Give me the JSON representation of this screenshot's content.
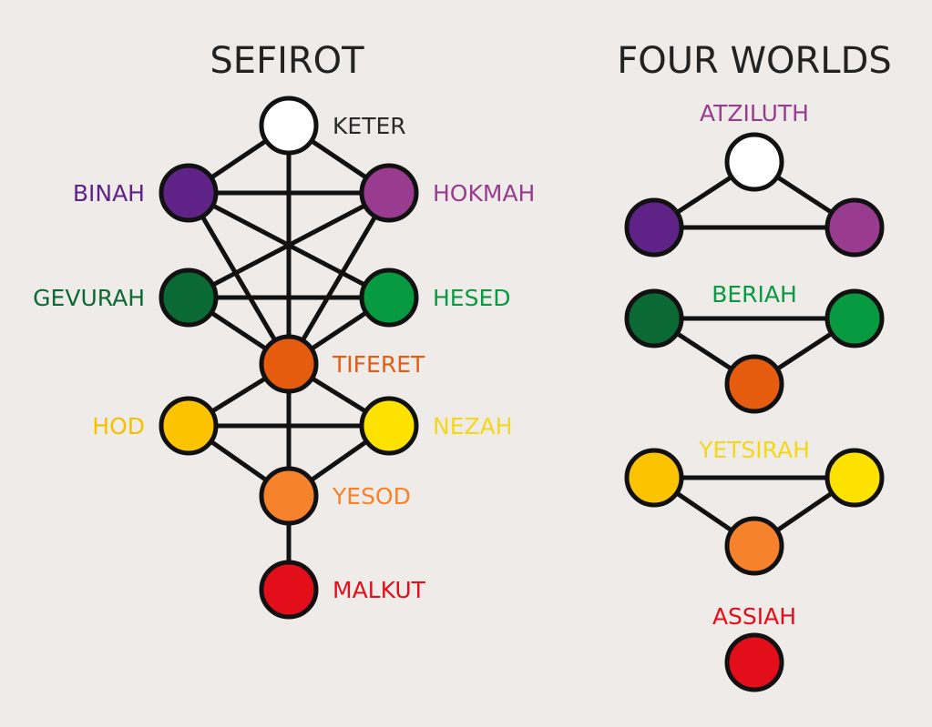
{
  "sefirot": {
    "title": "SEFIROT",
    "nodes": [
      {
        "id": "keter",
        "label": "KETER",
        "fill": "#ffffff",
        "text_color": "#2a2a2a"
      },
      {
        "id": "binah",
        "label": "BINAH",
        "fill": "#5f2388",
        "text_color": "#5f2388"
      },
      {
        "id": "hokmah",
        "label": "HOKMAH",
        "fill": "#993b8f",
        "text_color": "#993b8f"
      },
      {
        "id": "gevurah",
        "label": "GEVURAH",
        "fill": "#0b6a33",
        "text_color": "#0b6a33"
      },
      {
        "id": "hesed",
        "label": "HESED",
        "fill": "#079a41",
        "text_color": "#079a41"
      },
      {
        "id": "tiferet",
        "label": "TIFERET",
        "fill": "#e55c0f",
        "text_color": "#e55c0f"
      },
      {
        "id": "hod",
        "label": "HOD",
        "fill": "#fcc300",
        "text_color": "#f5c000"
      },
      {
        "id": "nezah",
        "label": "NEZAH",
        "fill": "#fde200",
        "text_color": "#f3d81a"
      },
      {
        "id": "yesod",
        "label": "YESOD",
        "fill": "#f6832b",
        "text_color": "#f6832b"
      },
      {
        "id": "malkut",
        "label": "MALKUT",
        "fill": "#e20f1b",
        "text_color": "#e20f1b"
      }
    ],
    "edges": [
      [
        "keter",
        "binah"
      ],
      [
        "keter",
        "hokmah"
      ],
      [
        "keter",
        "tiferet"
      ],
      [
        "binah",
        "hokmah"
      ],
      [
        "binah",
        "hesed"
      ],
      [
        "hokmah",
        "gevurah"
      ],
      [
        "binah",
        "tiferet"
      ],
      [
        "hokmah",
        "tiferet"
      ],
      [
        "gevurah",
        "hesed"
      ],
      [
        "gevurah",
        "tiferet"
      ],
      [
        "hesed",
        "tiferet"
      ],
      [
        "tiferet",
        "hod"
      ],
      [
        "tiferet",
        "nezah"
      ],
      [
        "tiferet",
        "yesod"
      ],
      [
        "hod",
        "nezah"
      ],
      [
        "hod",
        "yesod"
      ],
      [
        "nezah",
        "yesod"
      ],
      [
        "yesod",
        "malkut"
      ]
    ]
  },
  "four_worlds": {
    "title": "FOUR WORLDS",
    "worlds": [
      {
        "label": "ATZILUTH",
        "text_color": "#993b8f",
        "nodes": [
          "#ffffff",
          "#5f2388",
          "#993b8f"
        ]
      },
      {
        "label": "BERIAH",
        "text_color": "#079a41",
        "nodes": [
          "#0b6a33",
          "#079a41",
          "#e55c0f"
        ]
      },
      {
        "label": "YETSIRAH",
        "text_color": "#f3d81a",
        "nodes": [
          "#fcc300",
          "#fde200",
          "#f6832b"
        ]
      },
      {
        "label": "ASSIAH",
        "text_color": "#e20f1b",
        "nodes": [
          "#e20f1b"
        ]
      }
    ]
  }
}
